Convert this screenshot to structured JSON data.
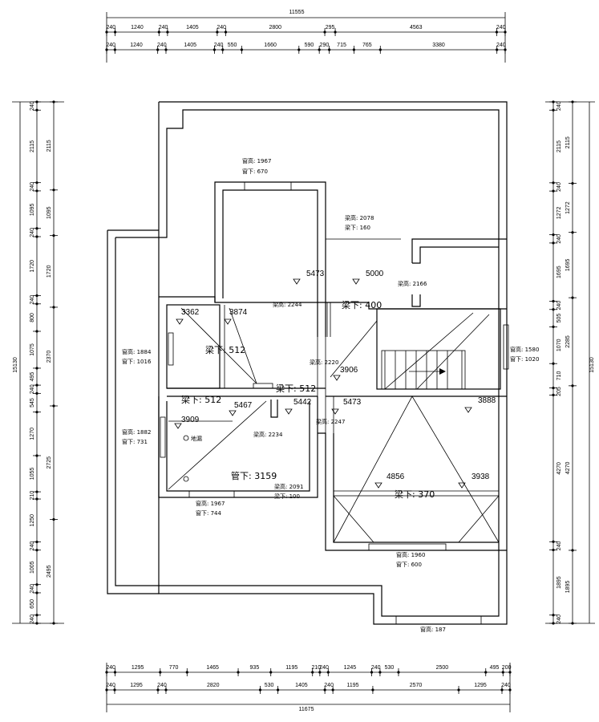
{
  "dimensions": {
    "top_total": "11555",
    "top_row1": [
      "240",
      "1240",
      "240",
      "1405",
      "240",
      "2800",
      "295",
      "4563",
      "240"
    ],
    "top_row2": [
      "240",
      "1240",
      "240",
      "1405",
      "240",
      "550",
      "1660",
      "590",
      "290",
      "715",
      "765",
      "3380",
      "240"
    ],
    "bottom_row1": [
      "240",
      "1295",
      "770",
      "1465",
      "935",
      "1195",
      "210",
      "240",
      "1245",
      "240",
      "530",
      "2500",
      "495",
      "200"
    ],
    "bottom_row2": [
      "240",
      "1295",
      "240",
      "2820",
      "530",
      "1405",
      "240",
      "1195",
      "2570",
      "1295",
      "240"
    ],
    "bottom_total": "11675",
    "left_total": "15130",
    "left_row1": [
      "240",
      "2115",
      "240",
      "1095",
      "240",
      "1720",
      "240",
      "800",
      "1075",
      "495",
      "240",
      "545",
      "1270",
      "1055",
      "210",
      "1250",
      "240",
      "1005",
      "240",
      "650",
      "240"
    ],
    "left_row2": [
      "2115",
      "1095",
      "1720",
      "2370",
      "2725",
      "2495"
    ],
    "right_total": "15130",
    "right_row1": [
      "240",
      "2115",
      "240",
      "1272",
      "240",
      "1695",
      "240",
      "505",
      "1070",
      "710",
      "205",
      "4270",
      "240",
      "1895",
      "240"
    ],
    "right_row2": [
      "2115",
      "1272",
      "1695",
      "2285",
      "4270",
      "1895"
    ]
  },
  "annotations": {
    "win1_a": "窗高: 1967",
    "win1_b": "窗下: 670",
    "beam_2078": "梁高: 2078",
    "beam_160": "梁下: 160",
    "beam_2166": "梁高: 2166",
    "beam_2244": "梁高: 2244",
    "left1_a": "窗高: 1884",
    "left1_b": "窗下: 1016",
    "beam_2220": "梁高: 2220",
    "right1_a": "窗高: 1580",
    "right1_b": "窗下: 1020",
    "left2_a": "窗高: 1882",
    "left2_b": "窗下: 731",
    "beam_2234": "梁高: 2234",
    "beam_2247": "梁高: 2247",
    "beam_2091": "梁高: 2091",
    "beam_100": "梁下: 100",
    "win_bottom_a": "窗高: 1967",
    "win_bottom_b": "窗下: 744",
    "win_br_a": "窗高: 1960",
    "win_br_b": "窗下: 600",
    "win_last": "窗高: 187",
    "drain": "地漏"
  },
  "levels": {
    "l5473a": "5473",
    "l5000": "5000",
    "l3362": "3362",
    "l3874": "3874",
    "l3906": "3906",
    "l5442": "5442",
    "l5473b": "5473",
    "l3888": "3888",
    "l5467": "5467",
    "l3909": "3909",
    "l4856": "4856",
    "l3938": "3938"
  },
  "beams": {
    "b400": "梁下: 400",
    "b512a": "梁下: 512",
    "b512b": "梁下: 512",
    "b512c": "梁下: 512",
    "b3159": "管下: 3159",
    "b370": "梁下: 370"
  },
  "colors": {
    "line": "#000000",
    "background": "#ffffff"
  }
}
